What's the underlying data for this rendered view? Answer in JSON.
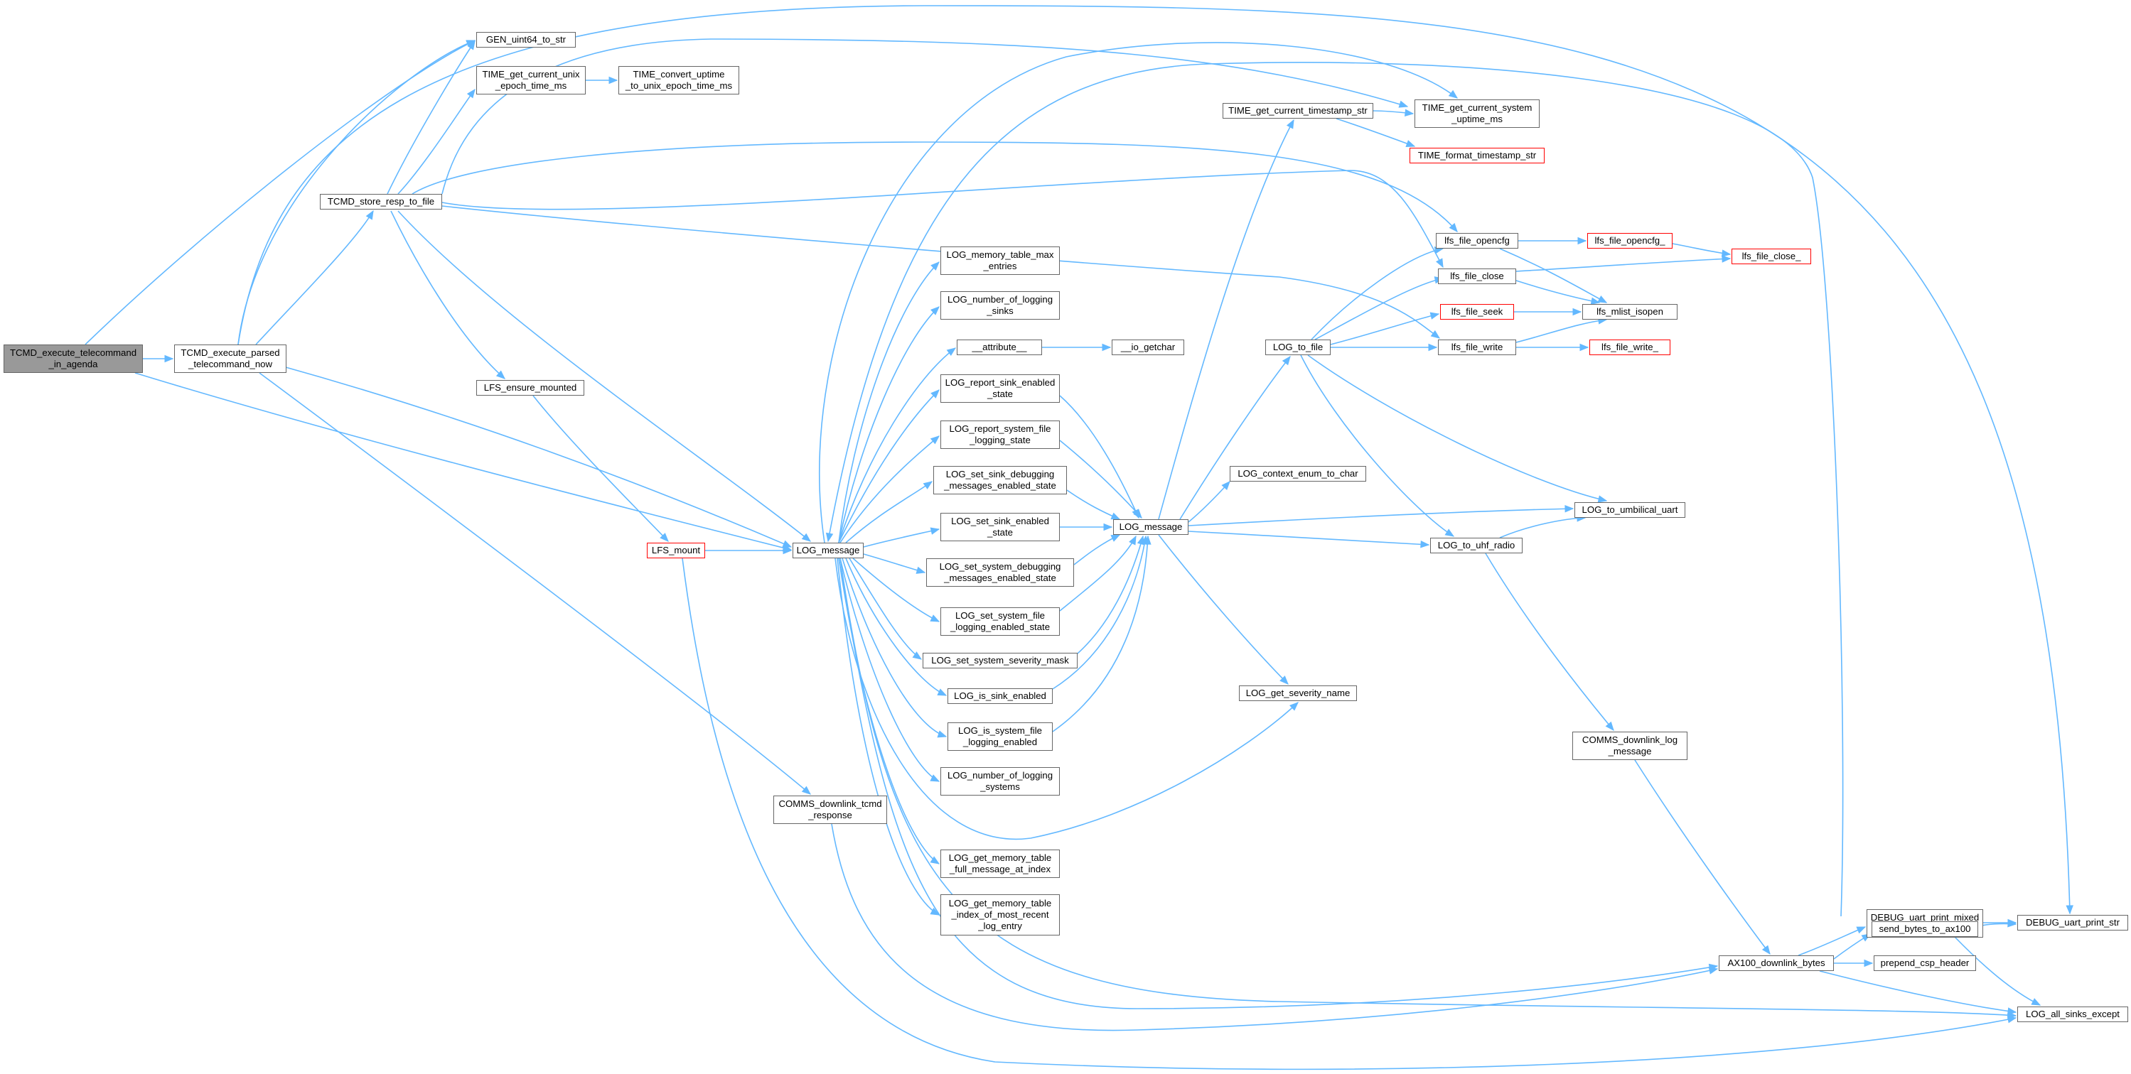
{
  "colors": {
    "edge": "#63b8ff",
    "node_border": "#666666",
    "truncated_border": "#ff0000",
    "root_fill": "#999999",
    "background": "#ffffff"
  },
  "nodes": [
    {
      "id": "root",
      "label": "TCMD_execute_telecommand\n_in_agenda",
      "kind": "root"
    },
    {
      "id": "exec_parsed",
      "label": "TCMD_execute_parsed\n_telecommand_now"
    },
    {
      "id": "gen_uint64",
      "label": "GEN_uint64_to_str"
    },
    {
      "id": "time_unix",
      "label": "TIME_get_current_unix\n_epoch_time_ms"
    },
    {
      "id": "time_convert",
      "label": "TIME_convert_uptime\n_to_unix_epoch_time_ms"
    },
    {
      "id": "store_resp",
      "label": "TCMD_store_resp_to_file"
    },
    {
      "id": "lfs_ensure",
      "label": "LFS_ensure_mounted"
    },
    {
      "id": "lfs_mount",
      "label": "LFS_mount",
      "kind": "truncated"
    },
    {
      "id": "log_message_a",
      "label": "LOG_message"
    },
    {
      "id": "comms_tcmd",
      "label": "COMMS_downlink_tcmd\n_response"
    },
    {
      "id": "mem_max",
      "label": "LOG_memory_table_max\n_entries"
    },
    {
      "id": "num_sinks",
      "label": "LOG_number_of_logging\n_sinks"
    },
    {
      "id": "attribute",
      "label": "__attribute__"
    },
    {
      "id": "io_getchar",
      "label": "__io_getchar"
    },
    {
      "id": "report_sink",
      "label": "LOG_report_sink_enabled\n_state"
    },
    {
      "id": "report_sys",
      "label": "LOG_report_system_file\n_logging_state"
    },
    {
      "id": "set_sink_dbg",
      "label": "LOG_set_sink_debugging\n_messages_enabled_state"
    },
    {
      "id": "set_sink_en",
      "label": "LOG_set_sink_enabled\n_state"
    },
    {
      "id": "set_sys_dbg",
      "label": "LOG_set_system_debugging\n_messages_enabled_state"
    },
    {
      "id": "set_sys_file",
      "label": "LOG_set_system_file\n_logging_enabled_state"
    },
    {
      "id": "set_sev_mask",
      "label": "LOG_set_system_severity_mask"
    },
    {
      "id": "is_sink_en",
      "label": "LOG_is_sink_enabled"
    },
    {
      "id": "is_sys_file",
      "label": "LOG_is_system_file\n_logging_enabled"
    },
    {
      "id": "num_systems",
      "label": "LOG_number_of_logging\n_systems"
    },
    {
      "id": "mem_full",
      "label": "LOG_get_memory_table\n_full_message_at_index"
    },
    {
      "id": "mem_recent",
      "label": "LOG_get_memory_table\n_index_of_most_recent\n_log_entry"
    },
    {
      "id": "log_message_b",
      "label": "LOG_message"
    },
    {
      "id": "timestamp_str",
      "label": "TIME_get_current_timestamp_str"
    },
    {
      "id": "uptime_ms",
      "label": "TIME_get_current_system\n_uptime_ms"
    },
    {
      "id": "format_ts",
      "label": "TIME_format_timestamp_str",
      "kind": "truncated"
    },
    {
      "id": "log_to_file",
      "label": "LOG_to_file"
    },
    {
      "id": "context_enum",
      "label": "LOG_context_enum_to_char"
    },
    {
      "id": "severity_name",
      "label": "LOG_get_severity_name"
    },
    {
      "id": "opencfg",
      "label": "lfs_file_opencfg"
    },
    {
      "id": "opencfg_",
      "label": "lfs_file_opencfg_",
      "kind": "truncated"
    },
    {
      "id": "file_close",
      "label": "lfs_file_close"
    },
    {
      "id": "file_close_",
      "label": "lfs_file_close_",
      "kind": "truncated"
    },
    {
      "id": "file_seek",
      "label": "lfs_file_seek",
      "kind": "truncated"
    },
    {
      "id": "mlist",
      "label": "lfs_mlist_isopen"
    },
    {
      "id": "file_write",
      "label": "lfs_file_write"
    },
    {
      "id": "file_write_",
      "label": "lfs_file_write_",
      "kind": "truncated"
    },
    {
      "id": "to_umbilical",
      "label": "LOG_to_umbilical_uart"
    },
    {
      "id": "to_uhf",
      "label": "LOG_to_uhf_radio"
    },
    {
      "id": "comms_log",
      "label": "COMMS_downlink_log\n_message"
    },
    {
      "id": "ax100",
      "label": "AX100_downlink_bytes"
    },
    {
      "id": "debug_mixed",
      "label": "DEBUG_uart_print_mixed\n_array"
    },
    {
      "id": "debug_str",
      "label": "DEBUG_uart_print_str"
    },
    {
      "id": "send_bytes",
      "label": "send_bytes_to_ax100"
    },
    {
      "id": "prepend_csp",
      "label": "prepend_csp_header"
    },
    {
      "id": "all_sinks",
      "label": "LOG_all_sinks_except"
    }
  ]
}
